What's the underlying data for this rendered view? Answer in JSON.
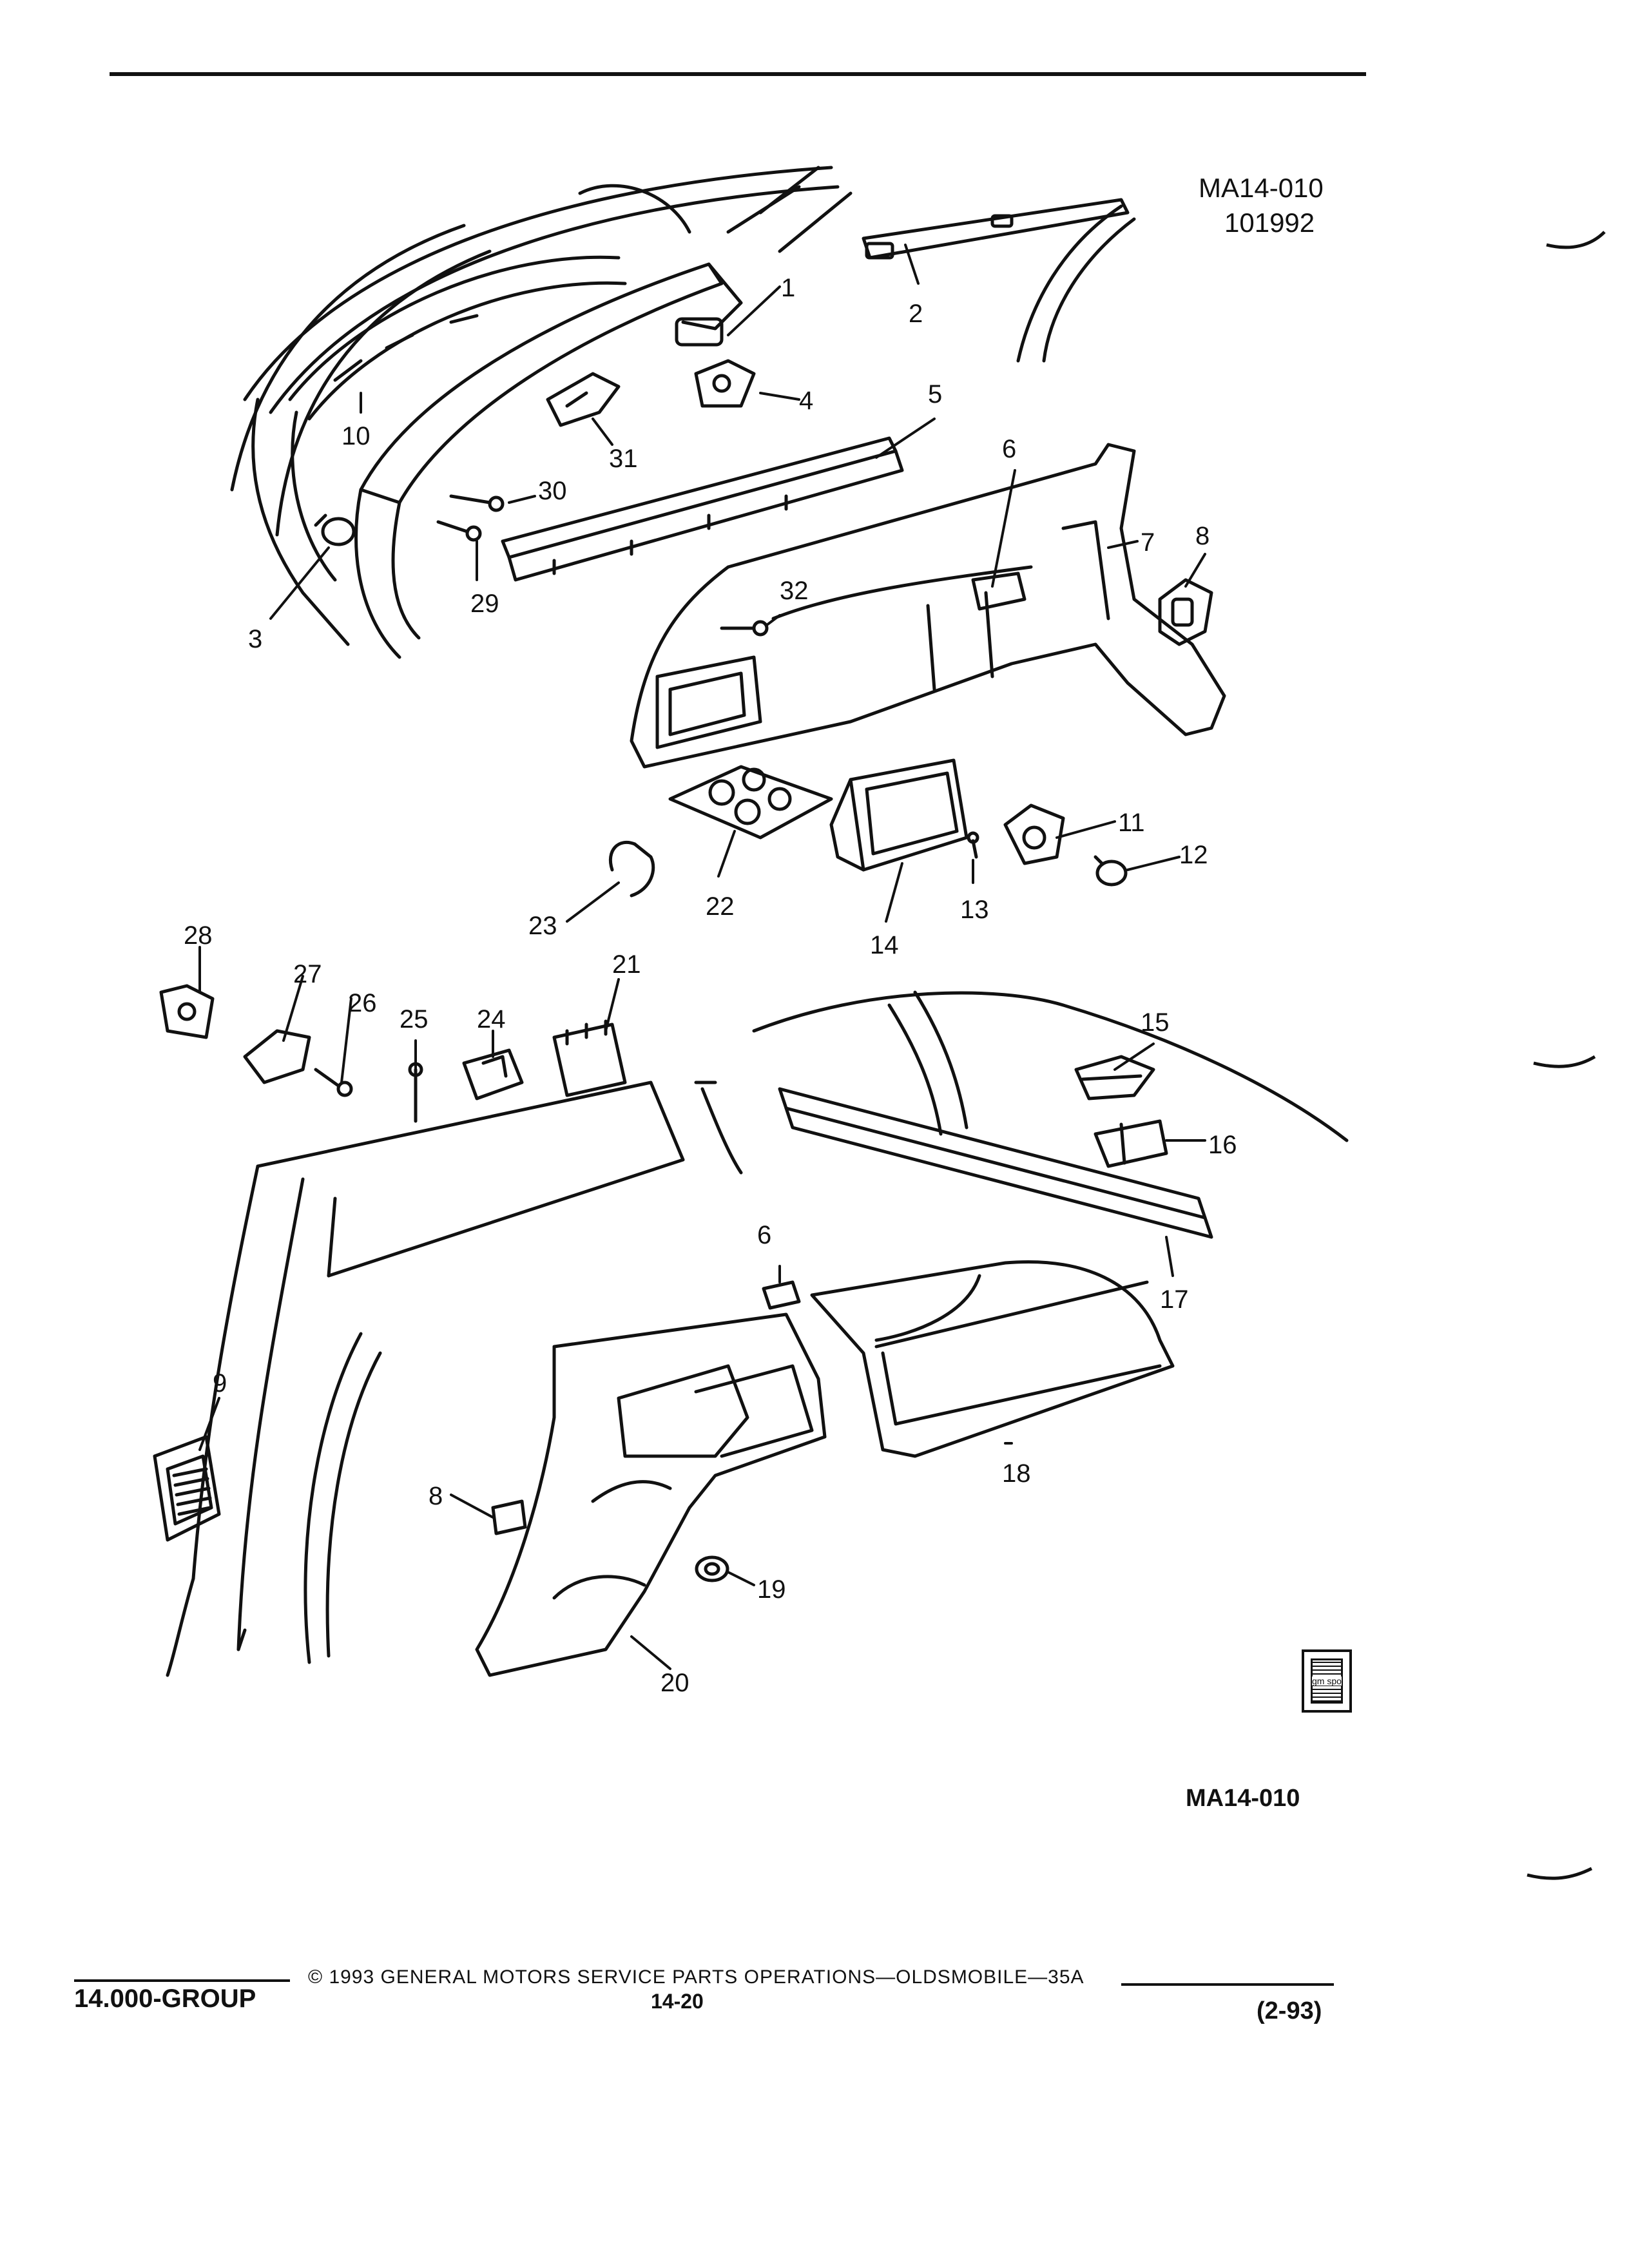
{
  "header": {
    "figure_id": "MA14-010",
    "figure_date": "101992"
  },
  "figure": {
    "caption_id": "MA14-010",
    "callouts": [
      "1",
      "2",
      "3",
      "4",
      "5",
      "6",
      "7",
      "8",
      "9",
      "10",
      "11",
      "12",
      "13",
      "14",
      "15",
      "16",
      "17",
      "18",
      "19",
      "20",
      "21",
      "22",
      "23",
      "24",
      "25",
      "26",
      "27",
      "28",
      "29",
      "30",
      "31",
      "32",
      "6",
      "8"
    ]
  },
  "badge": {
    "text": "gm spo"
  },
  "footer": {
    "group": "14.000-GROUP",
    "copyright": "© 1993  GENERAL MOTORS SERVICE PARTS OPERATIONS—OLDSMOBILE—35A",
    "page": "14-20",
    "revision": "(2-93)"
  }
}
